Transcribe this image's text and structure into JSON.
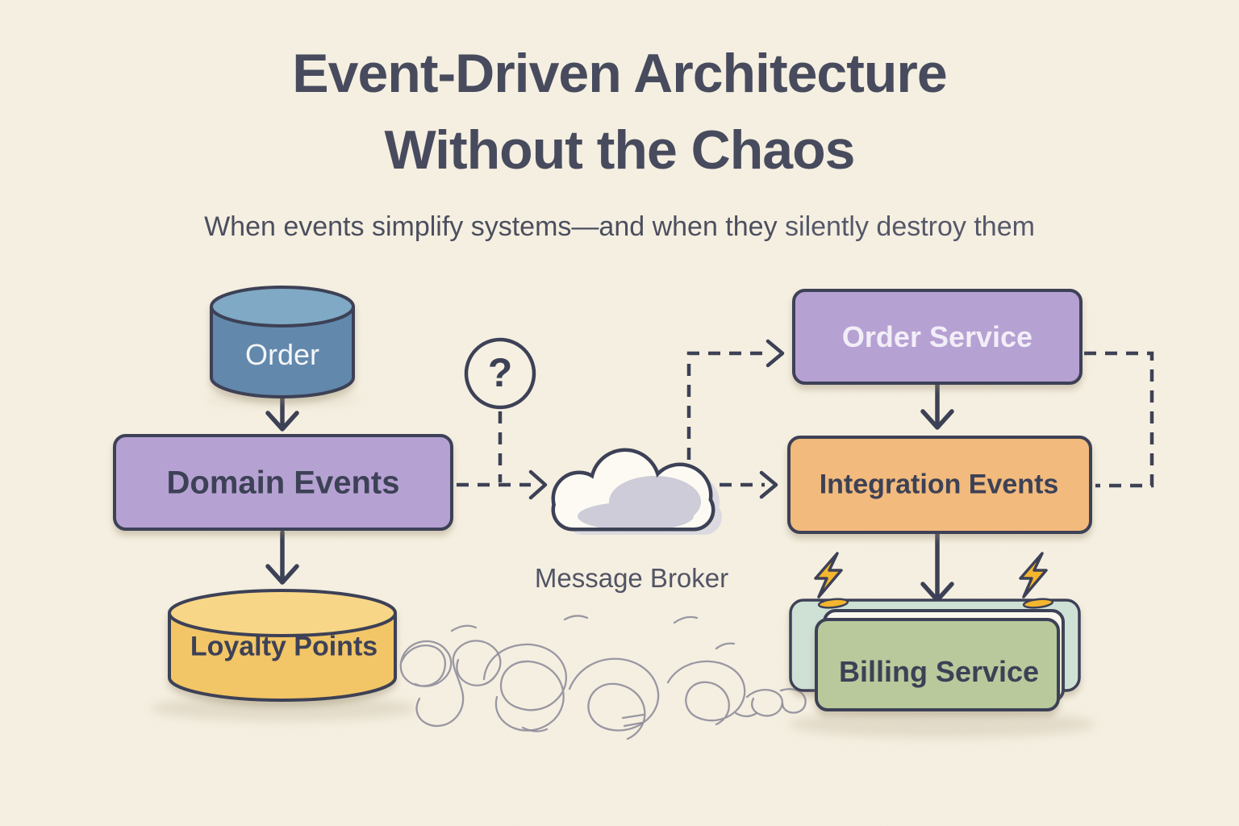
{
  "title": {
    "line1": "Event-Driven Architecture",
    "line2": "Without the Chaos"
  },
  "subtitle": {
    "lead": "When events simplify systems—and when they",
    "tail": "silently destroy them"
  },
  "nodes": {
    "order_store": {
      "label": "Order"
    },
    "domain_events": {
      "label": "Domain Events"
    },
    "loyalty_store": {
      "label": "Loyalty Points"
    },
    "order_service": {
      "label": "Order Service"
    },
    "integration_events": {
      "label": "Integration Events"
    },
    "billing_service": {
      "label": "Billing Service"
    },
    "message_broker": {
      "label": "Message Broker",
      "question_mark": "?"
    }
  },
  "palette": {
    "background": "#f6f0e2",
    "ink": "#3d4156",
    "purple": "#b6a1d3",
    "orange": "#f2ba7c",
    "green": "#b9c99b",
    "mint": "#cfe1d5",
    "blue": "#6288ac",
    "blue_light": "#7fa9c5",
    "gold": "#f2c566",
    "gold_light": "#f7d687",
    "bolt_yellow": "#f4b62e",
    "cloud_white": "#fcfaf2",
    "cloud_shadow": "#cdccd8",
    "scribble_gray": "#8f8d9b",
    "text_on_purple": "#f2eef8"
  }
}
